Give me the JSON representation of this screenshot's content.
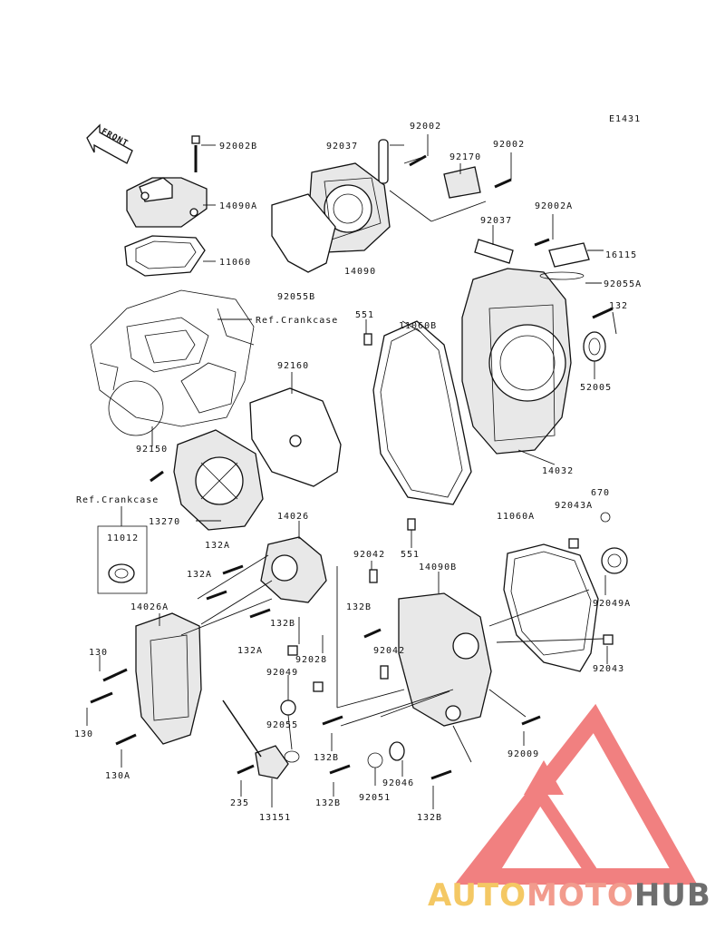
{
  "diagram": {
    "code": "E1431",
    "front_label": "FRONT",
    "refs": {
      "crankcase_1": "Ref.Crankcase",
      "crankcase_2": "Ref.Crankcase"
    },
    "parts": [
      {
        "id": "p01",
        "number": "92002B"
      },
      {
        "id": "p02",
        "number": "14090A"
      },
      {
        "id": "p03",
        "number": "11060"
      },
      {
        "id": "p04",
        "number": "92037"
      },
      {
        "id": "p05",
        "number": "92002"
      },
      {
        "id": "p06",
        "number": "92170"
      },
      {
        "id": "p07",
        "number": "92002"
      },
      {
        "id": "p08",
        "number": "92055B"
      },
      {
        "id": "p09",
        "number": "14090"
      },
      {
        "id": "p10",
        "number": "92037"
      },
      {
        "id": "p11",
        "number": "92002A"
      },
      {
        "id": "p12",
        "number": "16115"
      },
      {
        "id": "p13",
        "number": "92055A"
      },
      {
        "id": "p14",
        "number": "132"
      },
      {
        "id": "p15",
        "number": "52005"
      },
      {
        "id": "p16",
        "number": "551"
      },
      {
        "id": "p17",
        "number": "11060B"
      },
      {
        "id": "p18",
        "number": "92160"
      },
      {
        "id": "p19",
        "number": "92150"
      },
      {
        "id": "p20",
        "number": "14032"
      },
      {
        "id": "p21",
        "number": "670"
      },
      {
        "id": "p22",
        "number": "92043A"
      },
      {
        "id": "p23",
        "number": "11060A"
      },
      {
        "id": "p24",
        "number": "13270"
      },
      {
        "id": "p25",
        "number": "14026"
      },
      {
        "id": "p26",
        "number": "11012"
      },
      {
        "id": "p27",
        "number": "551"
      },
      {
        "id": "p28",
        "number": "132A"
      },
      {
        "id": "p29",
        "number": "132A"
      },
      {
        "id": "p30",
        "number": "92042"
      },
      {
        "id": "p31",
        "number": "14090B"
      },
      {
        "id": "p32",
        "number": "92049A"
      },
      {
        "id": "p33",
        "number": "14026A"
      },
      {
        "id": "p34",
        "number": "132B"
      },
      {
        "id": "p35",
        "number": "132B"
      },
      {
        "id": "p36",
        "number": "132A"
      },
      {
        "id": "p37",
        "number": "92042"
      },
      {
        "id": "p38",
        "number": "92043"
      },
      {
        "id": "p39",
        "number": "130"
      },
      {
        "id": "p40",
        "number": "92028"
      },
      {
        "id": "p41",
        "number": "92049"
      },
      {
        "id": "p42",
        "number": "130"
      },
      {
        "id": "p43",
        "number": "92055"
      },
      {
        "id": "p44",
        "number": "130A"
      },
      {
        "id": "p45",
        "number": "132B"
      },
      {
        "id": "p46",
        "number": "92009"
      },
      {
        "id": "p47",
        "number": "92046"
      },
      {
        "id": "p48",
        "number": "92051"
      },
      {
        "id": "p49",
        "number": "235"
      },
      {
        "id": "p50",
        "number": "13151"
      },
      {
        "id": "p51",
        "number": "132B"
      },
      {
        "id": "p52",
        "number": "132B"
      }
    ]
  },
  "watermark": {
    "word_1": "AUTO",
    "word_2": "MOTO",
    "word_3": "HUB",
    "colors": {
      "auto": "#f3bf4a",
      "moto": "#f08a7a",
      "hub": "#555555",
      "triangle": "#ef6b6b"
    }
  }
}
